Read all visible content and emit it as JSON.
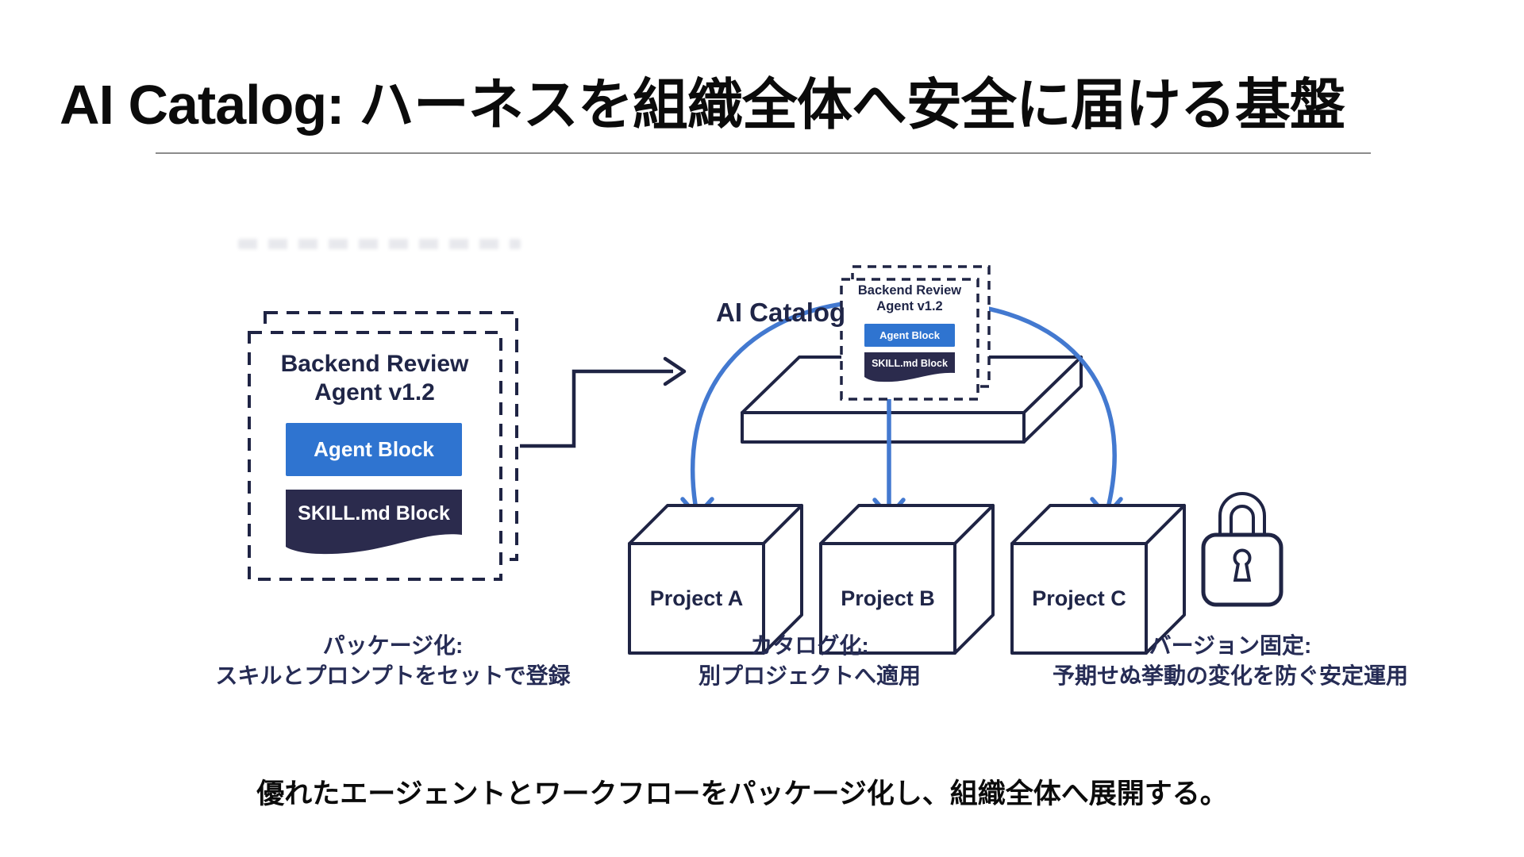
{
  "title": "AI Catalog: ハーネスを組織全体へ安全に届ける基盤",
  "colors": {
    "navy": "#1f2444",
    "navy_text": "#1f2547",
    "block_blue": "#2f74d0",
    "arrow_blue": "#4379d0",
    "skill_navy": "#2b2b4d",
    "caption_navy": "#262c55",
    "title_black": "#0b0b0b",
    "divider_gray": "#8c8c8c"
  },
  "package": {
    "name_line1": "Backend Review",
    "name_line2": "Agent v1.2",
    "agent_block_label": "Agent Block",
    "skill_block_label": "SKILL.md Block",
    "caption_title": "パッケージ化:",
    "caption_subtitle": "スキルとプロンプトをセットで登録"
  },
  "catalog": {
    "label": "AI Catalog",
    "card": {
      "name_line1": "Backend Review",
      "name_line2": "Agent v1.2",
      "agent_block_label": "Agent Block",
      "skill_block_label": "SKILL.md Block"
    },
    "caption_title": "カタログ化:",
    "caption_subtitle": "別プロジェクトへ適用"
  },
  "projects": [
    {
      "label": "Project A"
    },
    {
      "label": "Project B"
    },
    {
      "label": "Project C"
    }
  ],
  "versioning": {
    "icon": "padlock-icon",
    "caption_title": "バージョン固定:",
    "caption_subtitle": "予期せぬ挙動の変化を防ぐ安定運用"
  },
  "summary": "優れたエージェントとワークフローをパッケージ化し、組織全体へ展開する。"
}
